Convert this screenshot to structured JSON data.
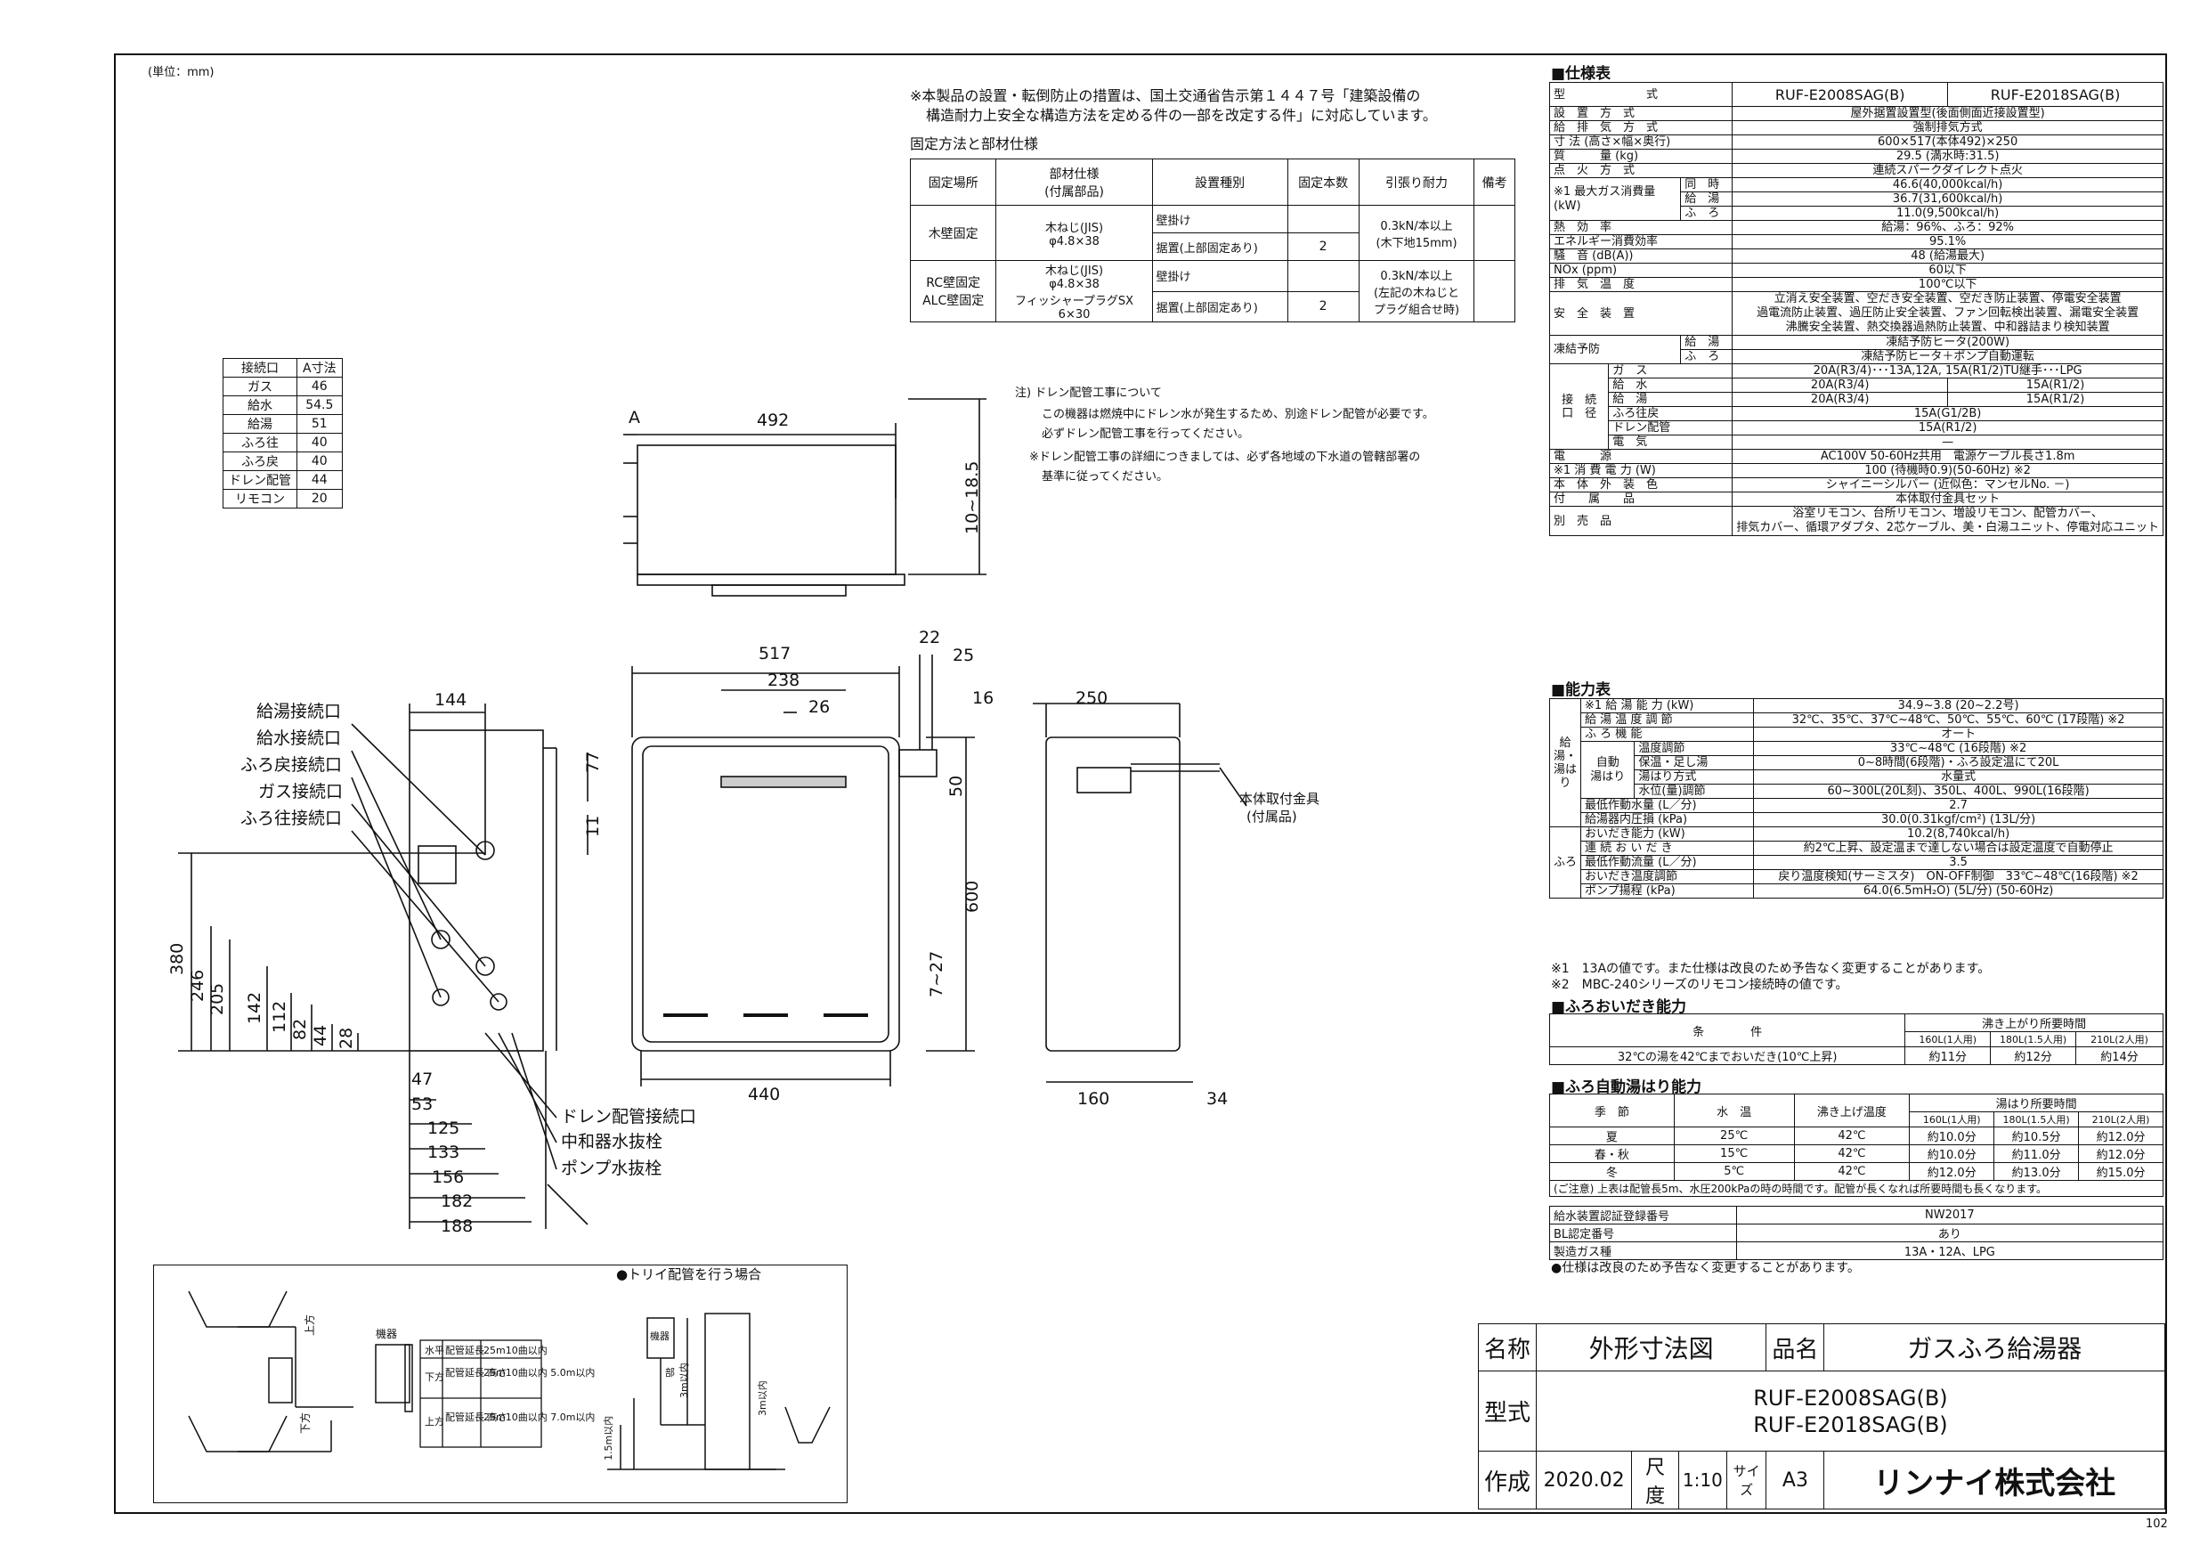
{
  "unit_note": "(単位：mm)",
  "page_number": "102",
  "notice": {
    "line1": "※本製品の設置・転倒防止の措置は、国土交通省告示第１４４７号「建築設備の",
    "line2": "構造耐力上安全な構造方法を定める件の一部を改定する件」に対応しています。"
  },
  "fixing": {
    "title": "固定方法と部材仕様",
    "headers": [
      "固定場所",
      "部材仕様\n(付属部品)",
      "設置種別",
      "固定本数",
      "引張り耐力",
      "備考"
    ],
    "rows": [
      {
        "place": "木壁固定",
        "part": "木ねじ(JIS)\nφ4.8×38",
        "kind1": "壁掛け",
        "kind2": "据置(上部固定あり)",
        "count": "2",
        "force": "0.3kN/本以上\n(木下地15mm)"
      },
      {
        "place": "RC壁固定\nALC壁固定",
        "part": "木ねじ(JIS)\nφ4.8×38\nフィッシャープラグSX\n6×30",
        "kind1": "壁掛け",
        "kind2": "据置(上部固定あり)",
        "count": "2",
        "force": "0.3kN/本以上\n(左記の木ねじと\nプラグ組合せ時)"
      }
    ]
  },
  "connection_table": {
    "headers": [
      "接続口",
      "A寸法"
    ],
    "rows": [
      [
        "ガス",
        "46"
      ],
      [
        "給水",
        "54.5"
      ],
      [
        "給湯",
        "51"
      ],
      [
        "ふろ往",
        "40"
      ],
      [
        "ふろ戻",
        "40"
      ],
      [
        "ドレン配管",
        "44"
      ],
      [
        "リモコン",
        "20"
      ]
    ]
  },
  "drain_note": {
    "l1": "注) ドレン配管工事について",
    "l2": "この機器は燃焼中にドレン水が発生するため、別途ドレン配管が必要です。",
    "l3": "必ずドレン配管工事を行ってください。",
    "l4": "※ドレン配管工事の詳細につきましては、必ず各地域の下水道の管轄部署の",
    "l5": "基準に従ってください。"
  },
  "callouts": {
    "kyuto": "給湯接続口",
    "kyusui": "給水接続口",
    "furomodori": "ふろ戻接続口",
    "gas": "ガス接続口",
    "furoou": "ふろ往接続口",
    "drain": "ドレン配管接続口",
    "chuwa": "中和器水抜栓",
    "pump": "ポンプ水抜栓",
    "bracket1": "本体取付金具",
    "bracket2": "(付属品)"
  },
  "dims": {
    "top_width": "492",
    "top_a": "A",
    "top_side": "10~18.5",
    "front_width": "517",
    "front_238": "238",
    "front_26": "26",
    "front_22": "22",
    "front_25": "25",
    "front_77": "77",
    "front_11": "11",
    "front_50": "50",
    "front_600": "600",
    "front_727": "7~27",
    "front_440": "440",
    "side_16": "16",
    "side_250": "250",
    "side_160": "160",
    "side_34": "34",
    "left_144": "144",
    "left_380": "380",
    "left_246": "246",
    "left_205": "205",
    "left_142": "142",
    "left_112": "112",
    "left_82": "82",
    "left_44": "44",
    "left_28": "28",
    "bot_47": "47",
    "bot_53": "53",
    "bot_125": "125",
    "bot_133": "133",
    "bot_156": "156",
    "bot_182": "182",
    "bot_188": "188"
  },
  "spec": {
    "title": "■仕様表",
    "model_label": "型　　　　　　　式",
    "model1": "RUF-E2008SAG(B)",
    "model2": "RUF-E2018SAG(B)",
    "rows": [
      [
        "設　置　方　式",
        "屋外据置設置型(後面側面近接設置型)"
      ],
      [
        "給　排　気　方　式",
        "強制排気方式"
      ],
      [
        "寸 法 (高さ×幅×奥行)",
        "600×517(本体492)×250"
      ],
      [
        "質　　　量 (kg)",
        "29.5 (満水時:31.5)"
      ],
      [
        "点　火　方　式",
        "連続スパークダイレクト点火"
      ]
    ],
    "gas_label": "※1 最大ガス消費量\n(kW)",
    "gas_rows": [
      [
        "同　時",
        "46.6(40,000kcal/h)"
      ],
      [
        "給　湯",
        "36.7(31,600kcal/h)"
      ],
      [
        "ふ　ろ",
        "11.0(9,500kcal/h)"
      ]
    ],
    "rows2": [
      [
        "熱　効　率",
        "給湯：96%、ふろ：92%"
      ],
      [
        "エネルギー消費効率",
        "95.1%"
      ],
      [
        "騒　音 (dB(A))",
        "48 (給湯最大)"
      ],
      [
        "NOx (ppm)",
        "60以下"
      ],
      [
        "排　気　温　度",
        "100℃以下"
      ]
    ],
    "safety_label": "安　全　装　置",
    "safety_lines": [
      "立消え安全装置、空だき安全装置、空だき防止装置、停電安全装置",
      "過電流防止装置、過圧防止安全装置、ファン回転検出装置、漏電安全装置",
      "沸騰安全装置、熱交換器過熱防止装置、中和器詰まり検知装置"
    ],
    "freeze_label": "凍結予防",
    "freeze_rows": [
      [
        "給　湯",
        "凍結予防ヒータ(200W)"
      ],
      [
        "ふ　ろ",
        "凍結予防ヒータ＋ポンプ自動運転"
      ]
    ],
    "conn_label": "接　続　口　径",
    "conn_rows": [
      [
        "ガ　ス",
        "20A(R3/4)･･･13A,12A, 15A(R1/2)TU継手･･･LPG"
      ],
      [
        "給　水",
        "20A(R3/4)",
        "15A(R1/2)"
      ],
      [
        "給　湯",
        "20A(R3/4)",
        "15A(R1/2)"
      ],
      [
        "ふろ往戻",
        "15A(G1/2B)"
      ],
      [
        "ドレン配管",
        "15A(R1/2)"
      ],
      [
        "電　気",
        "—"
      ]
    ],
    "rows3": [
      [
        "電　　　源",
        "AC100V 50-60Hz共用　電源ケーブル長さ1.8m"
      ],
      [
        "※1 消 費 電 力 (W)",
        "100 (待機時0.9)(50-60Hz) ※2"
      ],
      [
        "本　体　外　装　色",
        "シャイニーシルバー (近似色：マンセルNo. －)"
      ],
      [
        "付　　属　　品",
        "本体取付金具セット"
      ]
    ],
    "option_label": "別　売　品",
    "option_lines": [
      "浴室リモコン、台所リモコン、増設リモコン、配管カバー、",
      "排気カバー、循環アダプタ、2芯ケーブル、美・白湯ユニット、停電対応ユニット"
    ]
  },
  "ability": {
    "title": "■能力表",
    "rows": [
      [
        "※1 給 湯 能 力 (kW)",
        "34.9~3.8 (20~2.2号)"
      ],
      [
        "給 湯 温 度 調 節",
        "32℃、35℃、37℃~48℃、50℃、55℃、60℃ (17段階) ※2"
      ],
      [
        "ふ ろ 機 能",
        "オート"
      ]
    ],
    "auto_label": "自動\n湯はり",
    "auto_rows": [
      [
        "温度調節",
        "33℃~48℃ (16段階) ※2"
      ],
      [
        "保温・足し湯",
        "0~8時間(6段階)・ふろ設定温にて20L"
      ],
      [
        "湯はり方式",
        "水量式"
      ],
      [
        "水位(量)調節",
        "60~300L(20L刻)、350L、400L、990L(16段階)"
      ]
    ],
    "rows2": [
      [
        "最低作動水量 (L／分)",
        "2.7"
      ],
      [
        "給湯器内圧損 (kPa)",
        "30.0(0.31kgf/cm²) (13L/分)"
      ]
    ],
    "furo_rows": [
      [
        "おいだき能力 (kW)",
        "10.2(8,740kcal/h)"
      ],
      [
        "連 続 お い だ き",
        "約2℃上昇、設定温まで達しない場合は設定温度で自動停止"
      ],
      [
        "最低作動流量 (L／分)",
        "3.5"
      ],
      [
        "おいだき温度調節",
        "戻り温度検知(サーミスタ)　ON-OFF制御　33℃~48℃(16段階) ※2"
      ],
      [
        "ポンプ揚程 (kPa)",
        "64.0(6.5mH₂O) (5L/分) (50-60Hz)"
      ]
    ],
    "side_kyuto": "給湯・湯はり",
    "side_furo": "ふろ"
  },
  "footnotes": {
    "n1": "※1　13Aの値です。また仕様は改良のため予告なく変更することがあります。",
    "n2": "※2　MBC-240シリーズのリモコン接続時の値です。"
  },
  "reheat": {
    "title": "■ふろおいだき能力",
    "cond_label": "条　　　　件",
    "time_label": "沸き上がり所要時間",
    "cols": [
      "160L(1人用)",
      "180L(1.5人用)",
      "210L(2人用)"
    ],
    "cond": "32℃の湯を42℃までおいだき(10℃上昇)",
    "vals": [
      "約11分",
      "約12分",
      "約14分"
    ]
  },
  "autofill": {
    "title": "■ふろ自動湯はり能力",
    "headers": [
      "季　節",
      "水　温",
      "沸き上げ温度",
      "湯はり所要時間"
    ],
    "cols": [
      "160L(1人用)",
      "180L(1.5人用)",
      "210L(2人用)"
    ],
    "rows": [
      [
        "夏",
        "25℃",
        "42℃",
        "約10.0分",
        "約10.5分",
        "約12.0分"
      ],
      [
        "春・秋",
        "15℃",
        "42℃",
        "約10.0分",
        "約11.0分",
        "約12.0分"
      ],
      [
        "冬",
        "5℃",
        "42℃",
        "約12.0分",
        "約13.0分",
        "約15.0分"
      ]
    ],
    "note": "(ご注意) 上表は配管長5m、水圧200kPaの時の時間です。配管が長くなれば所要時間も長くなります。"
  },
  "cert": {
    "rows": [
      [
        "給水装置認証登録番号",
        "NW2017"
      ],
      [
        "BL認定番号",
        "あり"
      ],
      [
        "製造ガス種",
        "13A・12A、LPG"
      ]
    ],
    "note": "●仕様は改良のため予告なく変更することがあります。"
  },
  "piping": {
    "kiki": "機器",
    "kamite": "上方",
    "shimote": "下方",
    "kiki2": "機器",
    "trap_title": "●トリイ配管を行う場合",
    "bubun": "部",
    "rows": [
      [
        "水平",
        "配管延長",
        "25m10曲以内"
      ],
      [
        "下方",
        "配管延長\n高さ",
        "25m10曲以内\n5.0m以内"
      ],
      [
        "上方",
        "配管延長\n高さ",
        "25m10曲以内\n7.0m以内"
      ]
    ],
    "d1": "1.5m以内",
    "d2": "3m以内",
    "d3": "3m以内"
  },
  "titleblock": {
    "name_label": "名称",
    "name": "外形寸法図",
    "product_label": "品名",
    "product": "ガスふろ給湯器",
    "model_label": "型式",
    "model1": "RUF-E2008SAG(B)",
    "model2": "RUF-E2018SAG(B)",
    "made_label": "作成",
    "date": "2020.02",
    "scale_label": "尺度",
    "scale": "1:10",
    "size_label": "サイズ",
    "size": "A3",
    "company": "リンナイ株式会社"
  }
}
